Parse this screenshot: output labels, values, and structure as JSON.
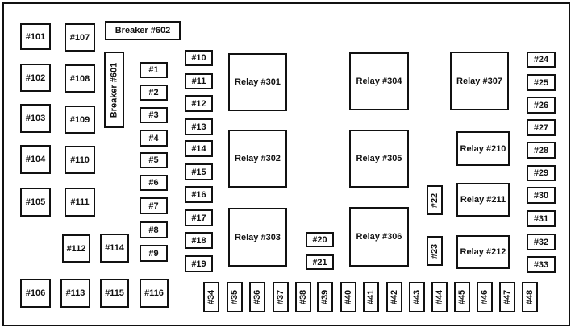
{
  "diagram": {
    "fuses": {
      "f101": "#101",
      "f102": "#102",
      "f103": "#103",
      "f104": "#104",
      "f105": "#105",
      "f106": "#106",
      "f107": "#107",
      "f108": "#108",
      "f109": "#109",
      "f110": "#110",
      "f111": "#111",
      "f112": "#112",
      "f113": "#113",
      "f114": "#114",
      "f115": "#115",
      "f116": "#116",
      "f1": "#1",
      "f2": "#2",
      "f3": "#3",
      "f4": "#4",
      "f5": "#5",
      "f6": "#6",
      "f7": "#7",
      "f8": "#8",
      "f9": "#9",
      "f10": "#10",
      "f11": "#11",
      "f12": "#12",
      "f13": "#13",
      "f14": "#14",
      "f15": "#15",
      "f16": "#16",
      "f17": "#17",
      "f18": "#18",
      "f19": "#19",
      "f20": "#20",
      "f21": "#21",
      "f22": "#22",
      "f23": "#23",
      "f24": "#24",
      "f25": "#25",
      "f26": "#26",
      "f27": "#27",
      "f28": "#28",
      "f29": "#29",
      "f30": "#30",
      "f31": "#31",
      "f32": "#32",
      "f33": "#33",
      "f34": "#34",
      "f35": "#35",
      "f36": "#36",
      "f37": "#37",
      "f38": "#38",
      "f39": "#39",
      "f40": "#40",
      "f41": "#41",
      "f42": "#42",
      "f43": "#43",
      "f44": "#44",
      "f45": "#45",
      "f46": "#46",
      "f47": "#47",
      "f48": "#48"
    },
    "breakers": {
      "b602": "Breaker  #602",
      "b601": "Breaker  #601"
    },
    "relays": {
      "r301": "Relay  #301",
      "r302": "Relay  #302",
      "r303": "Relay  #303",
      "r304": "Relay  #304",
      "r305": "Relay  #305",
      "r306": "Relay  #306",
      "r307": "Relay #307",
      "r210": "Relay #210",
      "r211": "Relay #211",
      "r212": "Relay #212"
    }
  }
}
